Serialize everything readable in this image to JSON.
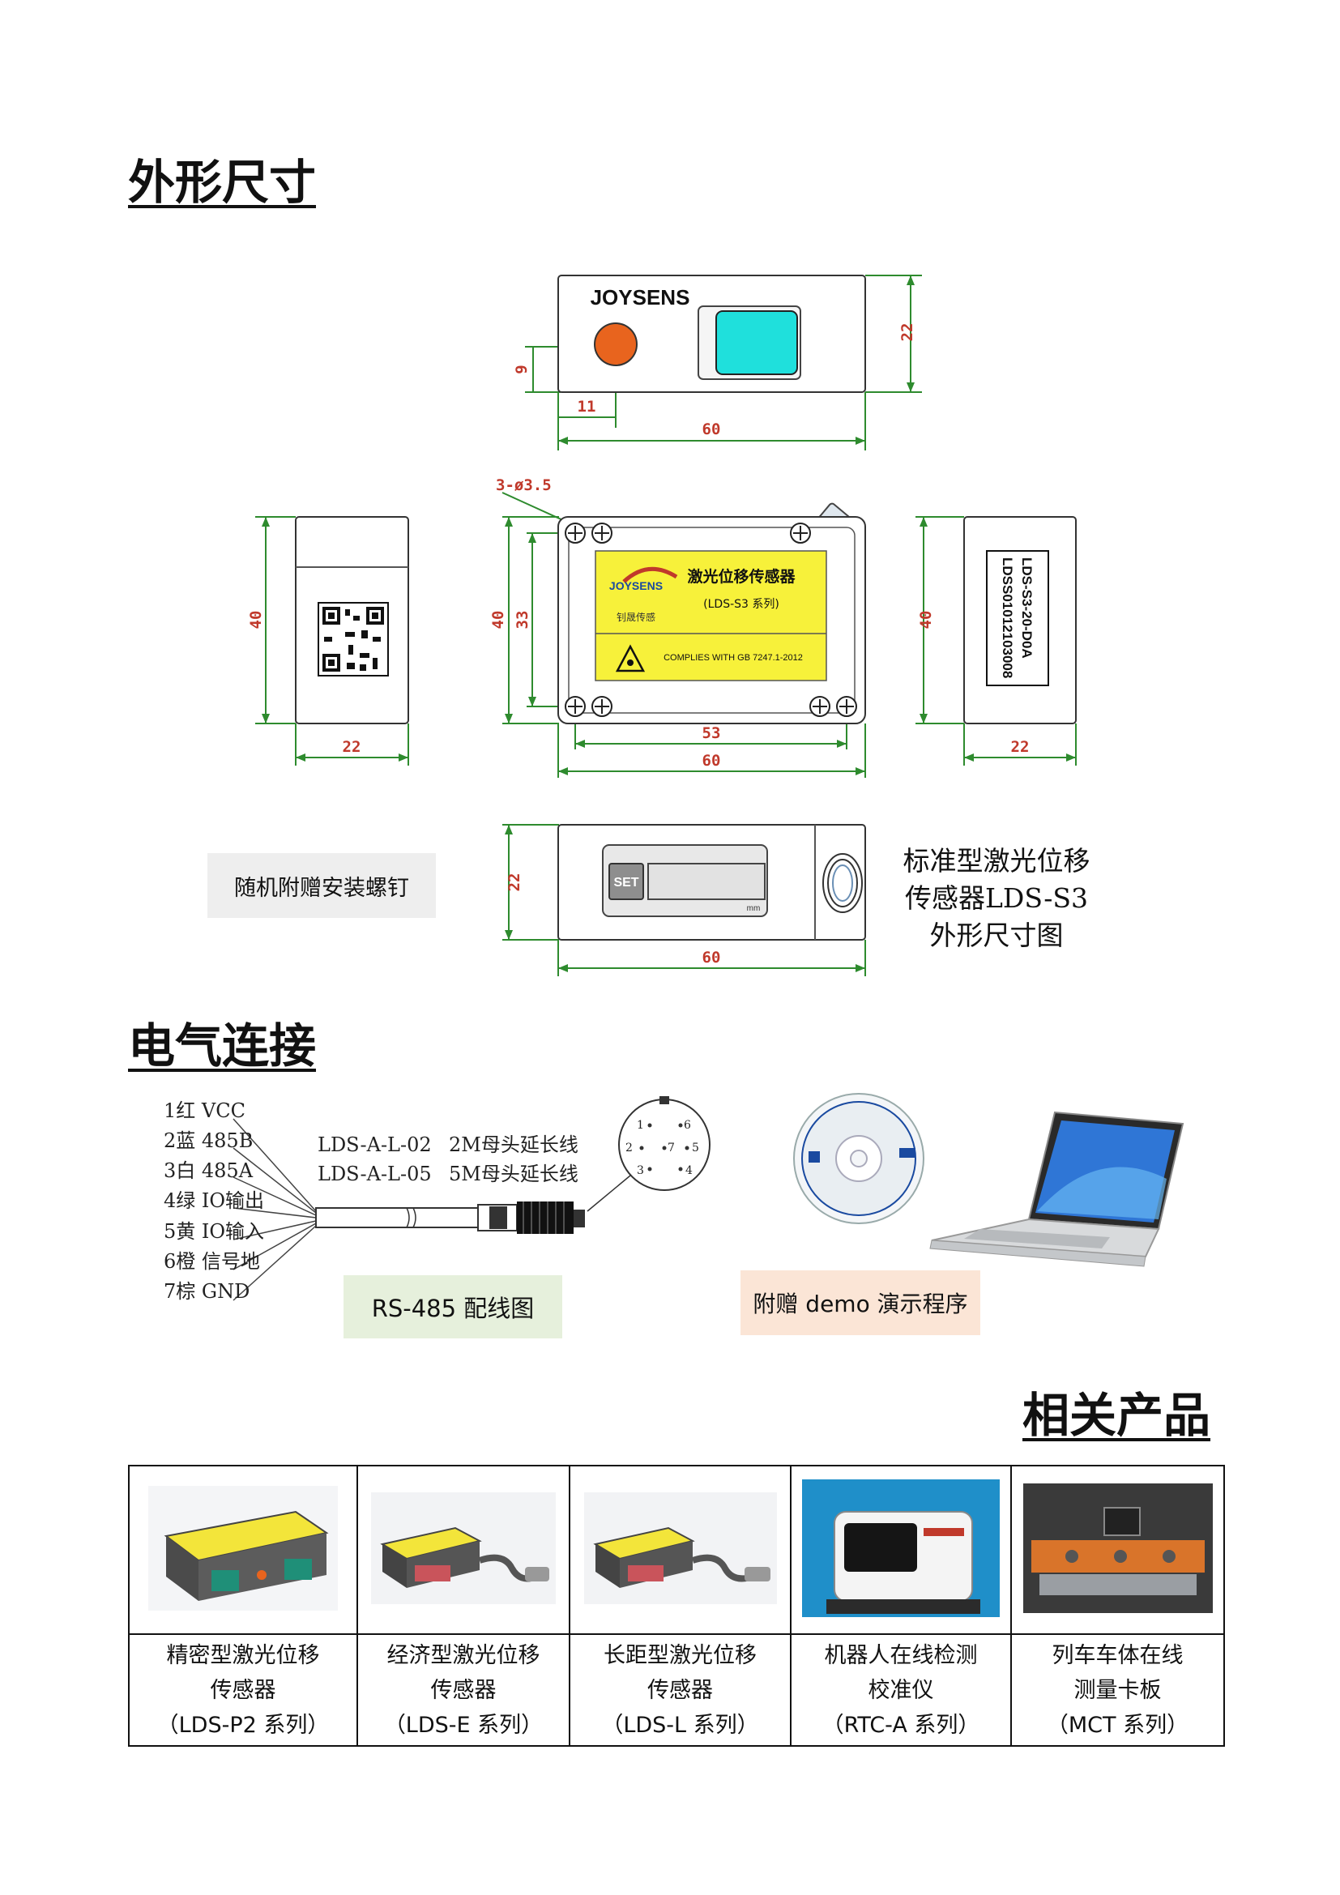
{
  "sections": {
    "dimensions_title": "外形尺寸",
    "electrical_title": "电气连接",
    "related_title": "相关产品"
  },
  "top_view": {
    "brand": "JOYSENS",
    "dims": {
      "height": "22",
      "offset_y": "9",
      "offset_x": "11",
      "width": "60"
    }
  },
  "front_view": {
    "hole_spec": "3-ø3.5",
    "dims": {
      "height_outer": "40",
      "height_inner": "33",
      "width_inner": "53",
      "width_outer": "60"
    },
    "label": {
      "brand": "JOYSENS",
      "brand_cn": "钊晟传感",
      "title": "激光位移传感器",
      "series": "(LDS-S3 系列)",
      "compliance": "COMPLIES WITH GB 7247.1-2012"
    }
  },
  "left_view": {
    "dims": {
      "height": "40",
      "width": "22"
    }
  },
  "right_view": {
    "dims": {
      "height": "40",
      "width": "22"
    },
    "model": "LDS-S3-20-D0A",
    "serial": "LDSS01012103008"
  },
  "bottom_view": {
    "dims": {
      "height": "22",
      "width": "60"
    },
    "set_button": "SET",
    "unit": "mm"
  },
  "screws_caption": "随机附赠安装螺钉",
  "figure_caption": [
    "标准型激光位移",
    "传感器LDS-S3",
    "外形尺寸图"
  ],
  "wiring": {
    "pins": [
      "1红 VCC",
      "2蓝 485B",
      "3白 485A",
      "4绿 IO输出",
      "5黄 IO输入",
      "6橙 信号地",
      "7棕 GND"
    ],
    "cables": [
      {
        "model": "LDS-A-L-02",
        "desc": "2M母头延长线"
      },
      {
        "model": "LDS-A-L-05",
        "desc": "5M母头延长线"
      }
    ],
    "connector_pins": [
      "1",
      "2",
      "3",
      "4",
      "5",
      "6",
      "7"
    ],
    "caption": "RS-485 配线图"
  },
  "demo_caption": "附赠 demo 演示程序",
  "colors": {
    "dimension_line": "#2e8b2e",
    "dimension_text": "#c0392b",
    "label_yellow": "#f7f13a",
    "lens_cyan": "#1fe0dc",
    "emitter_orange": "#e8641e",
    "screws_box": "#eeeeee",
    "rs485_box": "#e6f0dc",
    "demo_box": "#fbe5d6"
  },
  "products": [
    {
      "lines": [
        "精密型激光位移",
        "传感器",
        "（LDS-P2 系列）"
      ]
    },
    {
      "lines": [
        "经济型激光位移",
        "传感器",
        "（LDS-E 系列）"
      ]
    },
    {
      "lines": [
        "长距型激光位移",
        "传感器",
        "（LDS-L 系列）"
      ]
    },
    {
      "lines": [
        "机器人在线检测",
        "校准仪",
        "（RTC-A 系列）"
      ]
    },
    {
      "lines": [
        "列车车体在线",
        "测量卡板",
        "（MCT 系列）"
      ]
    }
  ]
}
